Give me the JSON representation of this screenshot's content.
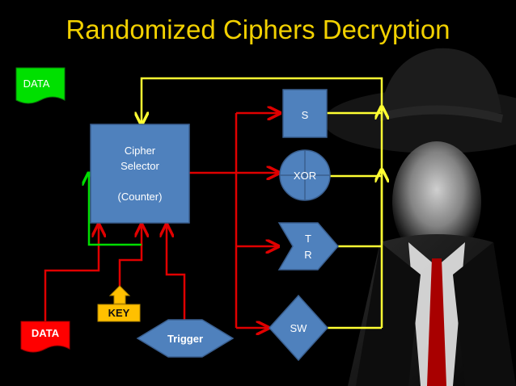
{
  "title": "Randomized Ciphers Decryption",
  "nodes": {
    "data_input_top": {
      "label": "DATA"
    },
    "cipher_selector": {
      "line1": "Cipher",
      "line2": "Selector",
      "line3": "(Counter)"
    },
    "s_box": {
      "label": "S"
    },
    "xor": {
      "label": "XOR"
    },
    "transposition": {
      "line1": "T",
      "line2": "R"
    },
    "sw": {
      "label": "SW"
    },
    "key": {
      "label": "KEY"
    },
    "data_output": {
      "label": "DATA"
    },
    "trigger": {
      "label": "Trigger"
    }
  },
  "colors": {
    "title": "#f2d100",
    "process_fill": "#4f81bd",
    "data_top_fill": "#00e000",
    "data_bottom_fill": "#ff0000",
    "key_fill": "#ffc000",
    "red_line": "#e00000",
    "yellow_line": "#ffff33",
    "green_line": "#00dd00"
  },
  "background_figure": "man-in-hat-silhouette"
}
